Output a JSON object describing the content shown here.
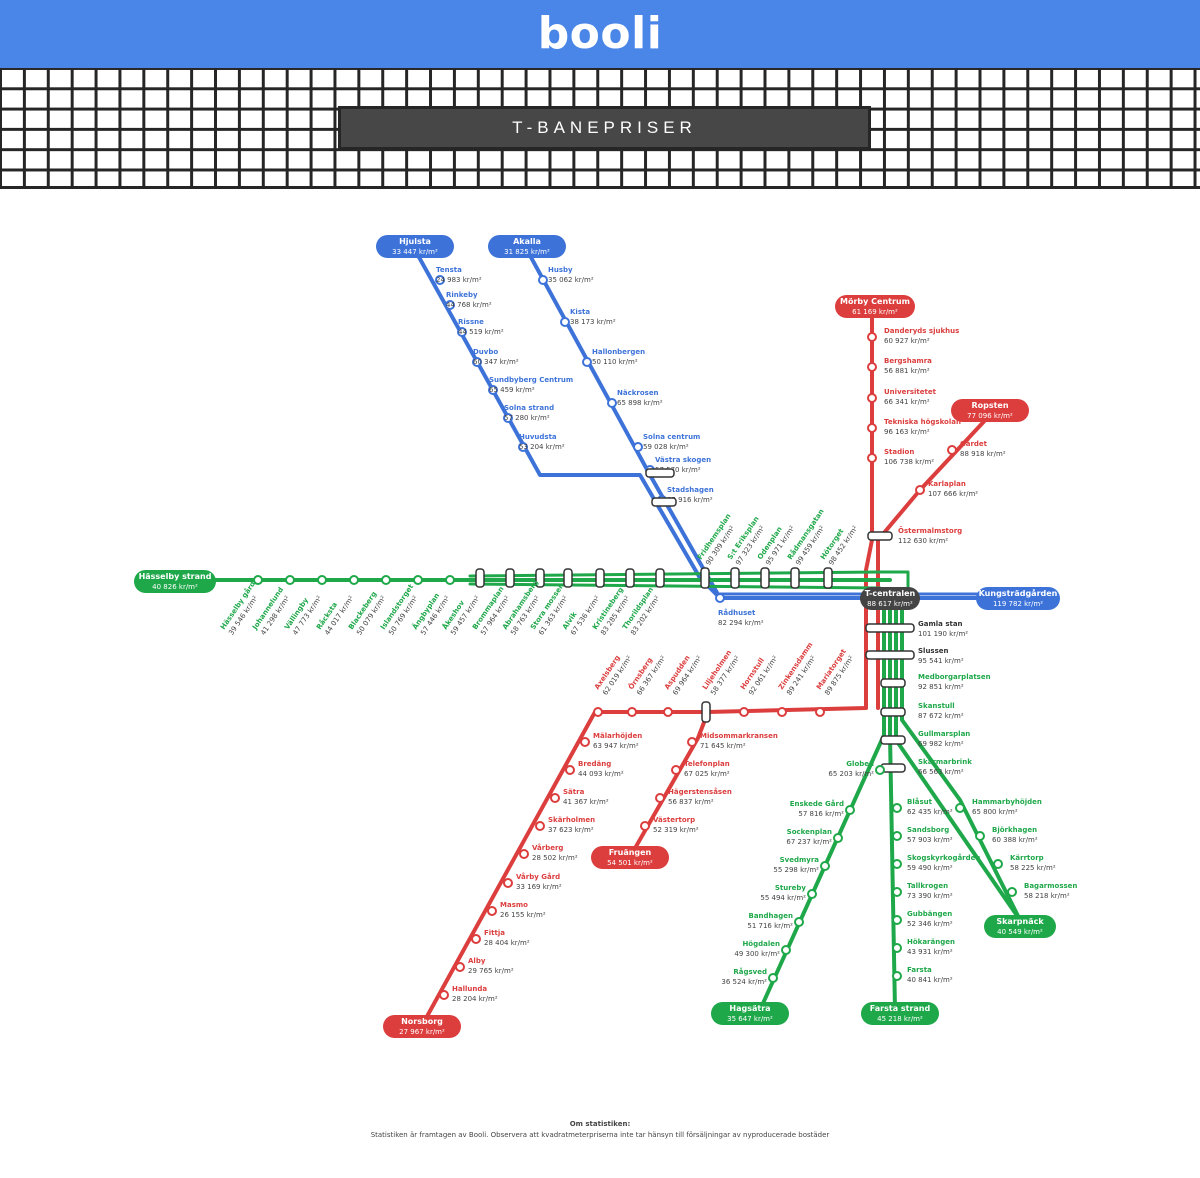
{
  "header": {
    "logo": "booli"
  },
  "title": "T-BANEPRISER",
  "colors": {
    "blue": "#3d73d9",
    "red": "#dc3d3d",
    "green": "#1fa84a",
    "hub": "#444444",
    "header": "#4a86e8"
  },
  "terminals": {
    "hjulsta": {
      "name": "Hjulsta",
      "price": "33 447 kr/m²"
    },
    "akalla": {
      "name": "Akalla",
      "price": "31 825 kr/m²"
    },
    "morby": {
      "name": "Mörby Centrum",
      "price": "61 169 kr/m²"
    },
    "ropsten": {
      "name": "Ropsten",
      "price": "77 096 kr/m²"
    },
    "hasselby": {
      "name": "Hässelby strand",
      "price": "40 826 kr/m²"
    },
    "tcentralen": {
      "name": "T-centralen",
      "price": "88 617 kr/m²"
    },
    "kungstradgarden": {
      "name": "Kungsträdgården",
      "price": "119 782 kr/m²"
    },
    "fruangen": {
      "name": "Fruängen",
      "price": "54 501 kr/m²"
    },
    "norsborg": {
      "name": "Norsborg",
      "price": "27 967 kr/m²"
    },
    "hagsatra": {
      "name": "Hagsätra",
      "price": "35 647 kr/m²"
    },
    "farsta": {
      "name": "Farsta strand",
      "price": "45 218 kr/m²"
    },
    "skarpnack": {
      "name": "Skarpnäck",
      "price": "40 549 kr/m²"
    }
  },
  "stations": {
    "hjulsta_line": [
      {
        "name": "Tensta",
        "price": "24 983 kr/m²"
      },
      {
        "name": "Rinkeby",
        "price": "44 768 kr/m²"
      },
      {
        "name": "Rissne",
        "price": "44 519 kr/m²"
      },
      {
        "name": "Duvbo",
        "price": "60 347 kr/m²"
      },
      {
        "name": "Sundbyberg Centrum",
        "price": "65 459 kr/m²"
      },
      {
        "name": "Solna strand",
        "price": "57 280 kr/m²"
      },
      {
        "name": "Huvudsta",
        "price": "53 204 kr/m²"
      }
    ],
    "akalla_line": [
      {
        "name": "Husby",
        "price": "35 062 kr/m²"
      },
      {
        "name": "Kista",
        "price": "38 173 kr/m²"
      },
      {
        "name": "Hallonbergen",
        "price": "50 110 kr/m²"
      },
      {
        "name": "Näckrosen",
        "price": "65 898 kr/m²"
      },
      {
        "name": "Solna centrum",
        "price": "59 028 kr/m²"
      },
      {
        "name": "Västra skogen",
        "price": "57 570 kr/m²"
      },
      {
        "name": "Stadshagen",
        "price": "85 916 kr/m²"
      }
    ],
    "radhuset": {
      "name": "Rådhuset",
      "price": "82 294 kr/m²"
    },
    "morby_line": [
      {
        "name": "Danderyds sjukhus",
        "price": "60 927 kr/m²"
      },
      {
        "name": "Bergshamra",
        "price": "56 881 kr/m²"
      },
      {
        "name": "Universitetet",
        "price": "66 341 kr/m²"
      },
      {
        "name": "Tekniska högskolan",
        "price": "96 163 kr/m²"
      },
      {
        "name": "Stadion",
        "price": "106 738 kr/m²"
      }
    ],
    "ropsten_line": [
      {
        "name": "Gärdet",
        "price": "88 918 kr/m²"
      },
      {
        "name": "Karlaplan",
        "price": "107 666 kr/m²"
      }
    ],
    "ostermalmstorg": {
      "name": "Östermalmstorg",
      "price": "112 630 kr/m²"
    },
    "west_green": [
      {
        "name": "Hässelby gård",
        "price": "39 546 kr/m²"
      },
      {
        "name": "Johannelund",
        "price": "41 298 kr/m²"
      },
      {
        "name": "Vällingby",
        "price": "47 773 kr/m²"
      },
      {
        "name": "Råcksta",
        "price": "44 017 kr/m²"
      },
      {
        "name": "Blackeberg",
        "price": "50 079 kr/m²"
      },
      {
        "name": "Islandstorget",
        "price": "50 769 kr/m²"
      },
      {
        "name": "Ängbyplan",
        "price": "57 446 kr/m²"
      },
      {
        "name": "Åkeshov",
        "price": "59 457 kr/m²"
      },
      {
        "name": "Brommaplan",
        "price": "57 964 kr/m²"
      },
      {
        "name": "Abrahamsberg",
        "price": "58 763 kr/m²"
      },
      {
        "name": "Stora mossen",
        "price": "61 363 kr/m²"
      },
      {
        "name": "Alvik",
        "price": "67 536 kr/m²"
      },
      {
        "name": "Kristineberg",
        "price": "83 285 kr/m²"
      },
      {
        "name": "Thorildsplan",
        "price": "83 202 kr/m²"
      }
    ],
    "central_green": [
      {
        "name": "Fridhemsplan",
        "price": "90 309 kr/m²"
      },
      {
        "name": "S:t Eriksplan",
        "price": "97 323 kr/m²"
      },
      {
        "name": "Odenplan",
        "price": "95 971 kr/m²"
      },
      {
        "name": "Rådmansgatan",
        "price": "99 459 kr/m²"
      },
      {
        "name": "Hötorget",
        "price": "98 452 kr/m²"
      }
    ],
    "gamla_stan": {
      "name": "Gamla stan",
      "price": "101 190 kr/m²"
    },
    "slussen": {
      "name": "Slussen",
      "price": "95 541 kr/m²"
    },
    "south_red_top": [
      {
        "name": "Axelsberg",
        "price": "62 019 kr/m²"
      },
      {
        "name": "Örnsberg",
        "price": "66 367 kr/m²"
      },
      {
        "name": "Aspudden",
        "price": "69 964 kr/m²"
      },
      {
        "name": "Liljeholmen",
        "price": "58 377 kr/m²"
      },
      {
        "name": "Hornstull",
        "price": "92 061 kr/m²"
      },
      {
        "name": "Zinkensdamm",
        "price": "89 241 kr/m²"
      },
      {
        "name": "Mariatorget",
        "price": "89 875 kr/m²"
      }
    ],
    "norsborg_line": [
      {
        "name": "Mälarhöjden",
        "price": "63 947 kr/m²"
      },
      {
        "name": "Bredäng",
        "price": "44 093 kr/m²"
      },
      {
        "name": "Sätra",
        "price": "41 367 kr/m²"
      },
      {
        "name": "Skärholmen",
        "price": "37 623 kr/m²"
      },
      {
        "name": "Vårberg",
        "price": "28 502 kr/m²"
      },
      {
        "name": "Vårby Gård",
        "price": "33 169 kr/m²"
      },
      {
        "name": "Masmo",
        "price": "26 155 kr/m²"
      },
      {
        "name": "Fittja",
        "price": "28 404 kr/m²"
      },
      {
        "name": "Alby",
        "price": "29 765 kr/m²"
      },
      {
        "name": "Hallunda",
        "price": "28 204 kr/m²"
      }
    ],
    "fruangen_line": [
      {
        "name": "Midsommarkransen",
        "price": "71 645 kr/m²"
      },
      {
        "name": "Telefonplan",
        "price": "67 025 kr/m²"
      },
      {
        "name": "Hägerstensåsen",
        "price": "56 837 kr/m²"
      },
      {
        "name": "Västertorp",
        "price": "52 319 kr/m²"
      }
    ],
    "south_green_trunk": [
      {
        "name": "Medborgarplatsen",
        "price": "92 851 kr/m²"
      },
      {
        "name": "Skanstull",
        "price": "87 672 kr/m²"
      },
      {
        "name": "Gullmarsplan",
        "price": "69 982 kr/m²"
      },
      {
        "name": "Skärmarbrink",
        "price": "66 563 kr/m²"
      }
    ],
    "hagsatra_line": [
      {
        "name": "Globen",
        "price": "65 203 kr/m²"
      },
      {
        "name": "Enskede Gård",
        "price": "57 816 kr/m²"
      },
      {
        "name": "Sockenplan",
        "price": "67 237 kr/m²"
      },
      {
        "name": "Svedmyra",
        "price": "55 298 kr/m²"
      },
      {
        "name": "Stureby",
        "price": "55 494 kr/m²"
      },
      {
        "name": "Bandhagen",
        "price": "51 716 kr/m²"
      },
      {
        "name": "Högdalen",
        "price": "49 300 kr/m²"
      },
      {
        "name": "Rågsved",
        "price": "36 524 kr/m²"
      }
    ],
    "farsta_line": [
      {
        "name": "Blåsut",
        "price": "62 435 kr/m²"
      },
      {
        "name": "Sandsborg",
        "price": "57 903 kr/m²"
      },
      {
        "name": "Skogskyrkogården",
        "price": "59 490 kr/m²"
      },
      {
        "name": "Tallkrogen",
        "price": "73 390 kr/m²"
      },
      {
        "name": "Gubbängen",
        "price": "52 346 kr/m²"
      },
      {
        "name": "Hökarängen",
        "price": "43 931 kr/m²"
      },
      {
        "name": "Farsta",
        "price": "40 841 kr/m²"
      }
    ],
    "skarpnack_line": [
      {
        "name": "Hammarbyhöjden",
        "price": "65 800 kr/m²"
      },
      {
        "name": "Björkhagen",
        "price": "60 388 kr/m²"
      },
      {
        "name": "Kärrtorp",
        "price": "58 225 kr/m²"
      },
      {
        "name": "Bagarmossen",
        "price": "58 218 kr/m²"
      }
    ]
  },
  "footer": {
    "heading": "Om statistiken:",
    "text": "Statistiken är framtagen av Booli. Observera att kvadratmeterpriserna inte tar hänsyn till försäljningar av nyproducerade bostäder"
  }
}
